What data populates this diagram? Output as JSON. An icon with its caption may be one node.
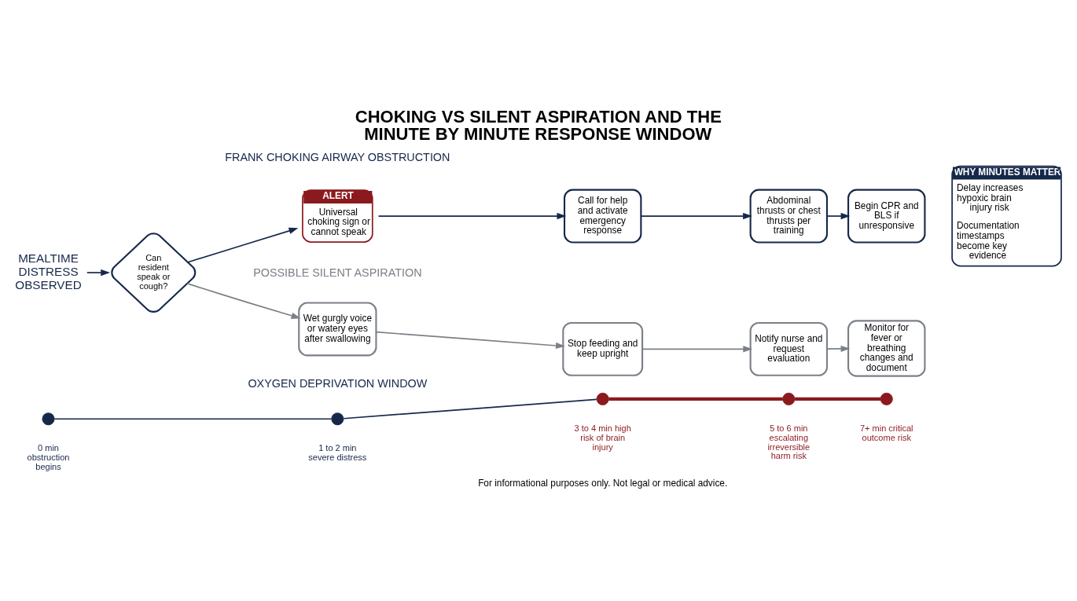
{
  "diagram": {
    "title": "CHOKING VS SILENT ASPIRATION AND THE MINUTE BY MINUTE RESPONSE WINDOW",
    "caption": "For informational purposes only. Not legal or medical advice.",
    "nodes": [
      {
        "text": [
          "MEALTIME DISTRESS OBSERVED"
        ]
      },
      {
        "text": [
          "Can resident speak or cough?"
        ]
      },
      {
        "text": [
          "ALERT",
          "Universal choking sign or cannot speak"
        ]
      },
      {
        "text": [
          "Call for help and activate emergency response"
        ]
      },
      {
        "text": [
          "Abdominal thrusts or chest thrusts per training"
        ]
      },
      {
        "text": [
          "Begin CPR and BLS if unresponsive"
        ]
      },
      {
        "text": [
          "Wet gurgly voice or watery eyes after swallowing"
        ]
      },
      {
        "text": [
          "Stop feeding and keep upright"
        ]
      },
      {
        "text": [
          "Notify nurse and request evaluation"
        ]
      },
      {
        "text": [
          "Monitor for fever or breathing changes and document"
        ]
      },
      {
        "text": [
          "WHY MINUTES MATTER",
          "Delay increases hypoxic brain injury risk",
          "Documentation timestamps become key evidence"
        ]
      },
      {
        "text": [],
        "shape": "circle",
        "beside": [
          "0 min obstruction begins"
        ]
      },
      {
        "text": [],
        "shape": "circle",
        "beside": [
          "1 to 2 min severe distress"
        ]
      },
      {
        "text": [],
        "shape": "circle",
        "beside": [
          "3 to 4 min high risk of brain injury"
        ]
      },
      {
        "text": [],
        "shape": "circle",
        "beside": [
          "5 to 6 min escalating irreversible harm risk"
        ]
      },
      {
        "text": [],
        "shape": "circle",
        "beside": [
          "7+ min critical outcome risk"
        ]
      }
    ],
    "edges": [
      {
        "from": 0,
        "to": 1,
        "arrow": "to"
      },
      {
        "from": 1,
        "to": 2,
        "arrow": "to"
      },
      {
        "from": 2,
        "to": 3,
        "arrow": "to"
      },
      {
        "from": 3,
        "to": 4,
        "arrow": "to"
      },
      {
        "from": 4,
        "to": 5,
        "arrow": "to"
      },
      {
        "from": 1,
        "to": 6,
        "arrow": "to",
        "color": "#7b8088"
      },
      {
        "from": 6,
        "to": 7,
        "arrow": "to",
        "color": "#7b8088"
      },
      {
        "from": 7,
        "to": 8,
        "arrow": "to",
        "color": "#7b8088"
      },
      {
        "from": 8,
        "to": 9,
        "arrow": "to",
        "color": "#7b8088"
      },
      {
        "from": 11,
        "to": 12,
        "arrow": "none"
      },
      {
        "from": 12,
        "to": 13,
        "arrow": "none"
      },
      {
        "from": 13,
        "to": 14,
        "arrow": "none",
        "style": "thick",
        "color": "#8b1a1f"
      },
      {
        "from": 14,
        "to": 15,
        "arrow": "none",
        "style": "thick",
        "color": "#8b1a1f"
      }
    ],
    "labels": [
      "FRANK CHOKING AIRWAY OBSTRUCTION",
      "POSSIBLE SILENT ASPIRATION",
      "OXYGEN DEPRIVATION WINDOW"
    ]
  }
}
